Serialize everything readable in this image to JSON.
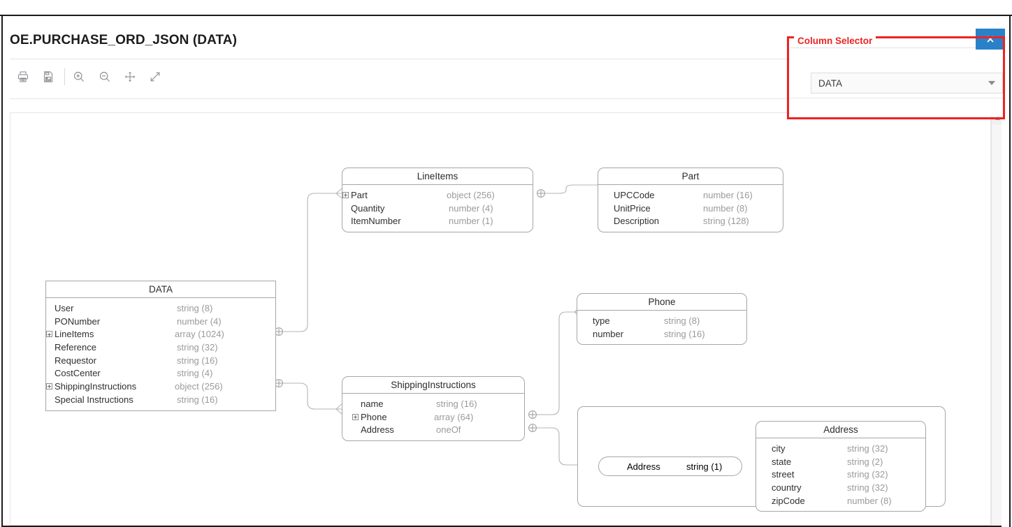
{
  "window": {
    "title": "OE.PURCHASE_ORD_JSON (DATA)"
  },
  "toolbar": {
    "buttons": [
      {
        "name": "print-icon",
        "label": "Print"
      },
      {
        "name": "save-image-icon",
        "label": "Save as image"
      },
      {
        "name": "zoom-in-icon",
        "label": "Zoom In"
      },
      {
        "name": "zoom-out-icon",
        "label": "Zoom Out"
      },
      {
        "name": "pan-icon",
        "label": "Pan"
      },
      {
        "name": "expand-icon",
        "label": "Fit / Expand"
      }
    ]
  },
  "column_selector": {
    "annotation_label": "Column Selector",
    "annotation_color": "#ee2222",
    "selected_value": "DATA",
    "close_label": "×",
    "close_color": "#2a81c8"
  },
  "scrollbar": {
    "up_arrow": "▲"
  },
  "diagram": {
    "entities": [
      {
        "name": "DATA",
        "title": "DATA",
        "shape": "square",
        "rows": [
          {
            "label": "User",
            "type": "string (8)",
            "expandable": false
          },
          {
            "label": "PONumber",
            "type": "number (4)",
            "expandable": false
          },
          {
            "label": "LineItems",
            "type": "array (1024)",
            "expandable": true
          },
          {
            "label": "Reference",
            "type": "string (32)",
            "expandable": false
          },
          {
            "label": "Requestor",
            "type": "string (16)",
            "expandable": false
          },
          {
            "label": "CostCenter",
            "type": "string (4)",
            "expandable": false
          },
          {
            "label": "ShippingInstructions",
            "type": "object (256)",
            "expandable": true
          },
          {
            "label": "Special Instructions",
            "type": "string (16)",
            "expandable": false
          }
        ]
      },
      {
        "name": "LineItems",
        "title": "LineItems",
        "shape": "rounded",
        "rows": [
          {
            "label": "Part",
            "type": "object (256)",
            "expandable": true
          },
          {
            "label": "Quantity",
            "type": "number (4)",
            "expandable": false
          },
          {
            "label": "ItemNumber",
            "type": "number (1)",
            "expandable": false
          }
        ]
      },
      {
        "name": "Part",
        "title": "Part",
        "shape": "rounded",
        "rows": [
          {
            "label": "UPCCode",
            "type": "number (16)",
            "expandable": false
          },
          {
            "label": "UnitPrice",
            "type": "number (8)",
            "expandable": false
          },
          {
            "label": "Description",
            "type": "string (128)",
            "expandable": false
          }
        ]
      },
      {
        "name": "Phone",
        "title": "Phone",
        "shape": "rounded",
        "rows": [
          {
            "label": "type",
            "type": "string (8)",
            "expandable": false
          },
          {
            "label": "number",
            "type": "string (16)",
            "expandable": false
          }
        ]
      },
      {
        "name": "ShippingInstructions",
        "title": "ShippingInstructions",
        "shape": "rounded",
        "rows": [
          {
            "label": "name",
            "type": "string (16)",
            "expandable": false
          },
          {
            "label": "Phone",
            "type": "array (64)",
            "expandable": true
          },
          {
            "label": "Address",
            "type": "oneOf",
            "expandable": false
          }
        ]
      },
      {
        "name": "Address",
        "title": "Address",
        "shape": "rounded",
        "rows": [
          {
            "label": "city",
            "type": "string (32)",
            "expandable": false
          },
          {
            "label": "state",
            "type": "string (2)",
            "expandable": false
          },
          {
            "label": "street",
            "type": "string (32)",
            "expandable": false
          },
          {
            "label": "country",
            "type": "string (32)",
            "expandable": false
          },
          {
            "label": "zipCode",
            "type": "number (8)",
            "expandable": false
          }
        ]
      }
    ],
    "pill": {
      "label": "Address",
      "type": "string (1)"
    }
  }
}
